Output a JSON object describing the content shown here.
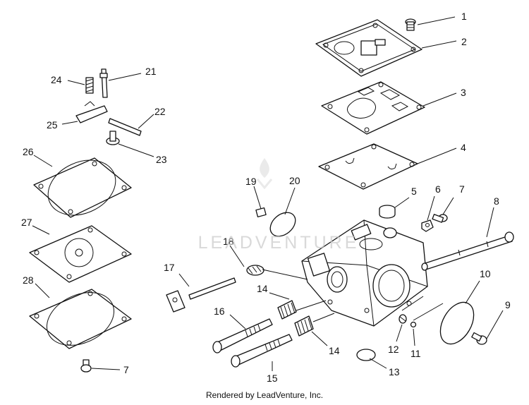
{
  "callouts": {
    "c1": "1",
    "c2": "2",
    "c3": "3",
    "c4": "4",
    "c5": "5",
    "c6": "6",
    "c7a": "7",
    "c8": "8",
    "c9": "9",
    "c10": "10",
    "c11": "11",
    "c12": "12",
    "c13": "13",
    "c14a": "14",
    "c14b": "14",
    "c15": "15",
    "c16": "16",
    "c17": "17",
    "c18": "18",
    "c19": "19",
    "c20": "20",
    "c21": "21",
    "c22": "22",
    "c23": "23",
    "c24": "24",
    "c25": "25",
    "c26": "26",
    "c27": "27",
    "c28": "28",
    "c7b": "7"
  },
  "watermark": "LEADVENTURE",
  "footer": "Rendered by LeadVenture, Inc."
}
